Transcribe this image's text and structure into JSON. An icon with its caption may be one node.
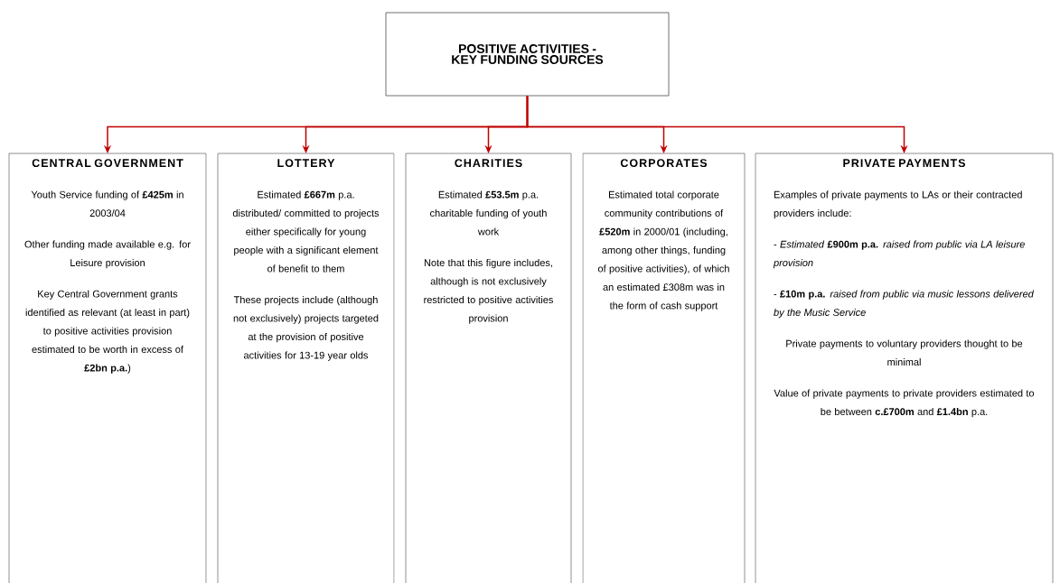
{
  "diagram": {
    "nodes": [
      {
        "text": [
          "POSITIVE ACTIVITIES - KEY FUNDING SOURCES"
        ]
      },
      {
        "text": [
          "CENTRAL GOVERNMENT",
          "Youth Service funding of **£425m** in 2003/04",
          "Other funding made available e.g. for Leisure provision",
          "Key Central Government grants identified as relevant (at least in part) to positive activities provision estimated to be worth in excess of **£2bn p.a.**)"
        ]
      },
      {
        "text": [
          "LOTTERY",
          "Estimated **£667m** p.a. distributed/ committed to projects either specifically for young people with a significant element of benefit to them",
          "These projects include (although not exclusively) projects targeted at the provision of positive activities for 13-19 year olds"
        ]
      },
      {
        "text": [
          "CHARITIES",
          "Estimated **£53.5m** p.a. charitable funding of youth work",
          "Note that this figure includes, although is not exclusively restricted to positive activities provision"
        ]
      },
      {
        "text": [
          "CORPORATES",
          "Estimated total corporate community contributions of **£520m** in 2000/01 (including, among other things, funding of positive activities), of which an estimated £308m was in the form of cash support"
        ]
      },
      {
        "text": [
          "PRIVATE PAYMENTS",
          "Examples of private payments to LAs or their contracted providers include:",
          "- *Estimated* **£900m p.a.** *raised from public via LA leisure provision*",
          "- **£10m p.a.** *raised from public via music lessons delivered by the Music Service*",
          "Private payments to voluntary providers thought to be minimal",
          "Value of private payments to private providers estimated to be between **c.£700m** and **£1.4bn** p.a."
        ]
      }
    ],
    "edges": [
      {
        "from": 0,
        "to": 1,
        "arrow": "to"
      },
      {
        "from": 0,
        "to": 2,
        "arrow": "to"
      },
      {
        "from": 0,
        "to": 3,
        "arrow": "to"
      },
      {
        "from": 0,
        "to": 4,
        "arrow": "to"
      },
      {
        "from": 0,
        "to": 5,
        "arrow": "to"
      }
    ]
  }
}
